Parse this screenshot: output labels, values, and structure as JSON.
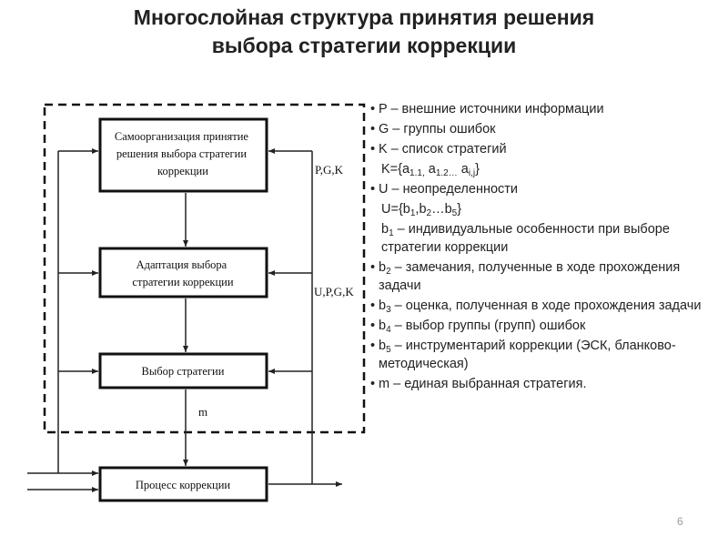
{
  "title": {
    "line1": "Многослойная структура принятия решения",
    "line2": "выбора стратегии коррекции"
  },
  "diagram": {
    "box_self_org": [
      "Самоорганизация принятие",
      "решения выбора стратегии",
      "коррекции"
    ],
    "box_adaptation": [
      "Адаптация выбора",
      "стратегии коррекции"
    ],
    "box_choice": [
      "Выбор стратегии"
    ],
    "box_process": [
      "Процесс коррекции"
    ],
    "label_pgk": "P,G,K",
    "label_upgk": "U,P,G,K",
    "label_m": "m"
  },
  "legend": {
    "p": "P – внешние источники информации",
    "g": "G – группы ошибок",
    "k": "K – список стратегий",
    "k_set": {
      "prefix": "K={a",
      "s1": "1.1,",
      "mid1": " a",
      "s2": "1.2…",
      "mid2": " a",
      "s3": "i,j",
      "suffix": "}"
    },
    "u": "U – неопределенности",
    "u_set": {
      "prefix": "U={b",
      "s1": "1",
      "mid1": ",b",
      "s2": "2",
      "mid2": "…b",
      "s3": "5",
      "suffix": "}"
    },
    "b1": {
      "var": "b",
      "sub": "1",
      "text": " – индивидуальные особенности при выборе стратегии коррекции"
    },
    "b2": {
      "var": "b",
      "sub": "2",
      "text": " – замечания, полученные в ходе прохождения задачи"
    },
    "b3": {
      "var": "b",
      "sub": "3",
      "text": " – оценка, полученная в ходе прохождения задачи"
    },
    "b4": {
      "var": "b",
      "sub": "4",
      "text": " – выбор группы (групп) ошибок"
    },
    "b5": {
      "var": "b",
      "sub": "5",
      "text": " – инструментарий коррекции (ЭСК, бланково-методическая)"
    },
    "m": "m – единая выбранная стратегия."
  },
  "page_number": "6"
}
